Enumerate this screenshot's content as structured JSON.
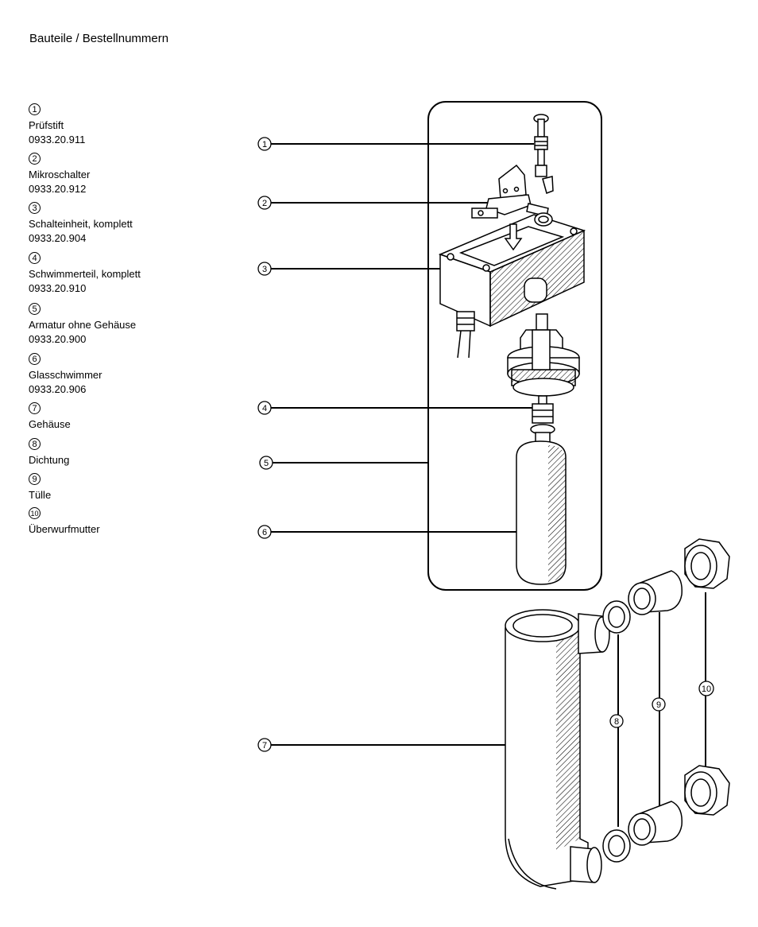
{
  "title": "Bauteile / Bestellnummern",
  "parts": [
    {
      "num": "1",
      "name": "Prüfstift",
      "code": "0933.20.911"
    },
    {
      "num": "2",
      "name": "Mikroschalter",
      "code": "0933.20.912"
    },
    {
      "num": "3",
      "name": "Schalteinheit, komplett",
      "code": "0933.20.904"
    },
    {
      "num": "4",
      "name": "Schwimmerteil, komplett",
      "code": "0933.20.910"
    },
    {
      "num": "5",
      "name": "Armatur ohne Gehäuse",
      "code": "0933.20.900"
    },
    {
      "num": "6",
      "name": "Glasschwimmer",
      "code": "0933.20.906"
    },
    {
      "num": "7",
      "name": "Gehäuse",
      "code": ""
    },
    {
      "num": "8",
      "name": "Dichtung",
      "code": ""
    },
    {
      "num": "9",
      "name": "Tülle",
      "code": ""
    },
    {
      "num": "10",
      "name": "Überwurfmutter",
      "code": ""
    }
  ],
  "callouts": [
    "1",
    "2",
    "3",
    "4",
    "5",
    "6",
    "7",
    "8",
    "9",
    "10"
  ]
}
